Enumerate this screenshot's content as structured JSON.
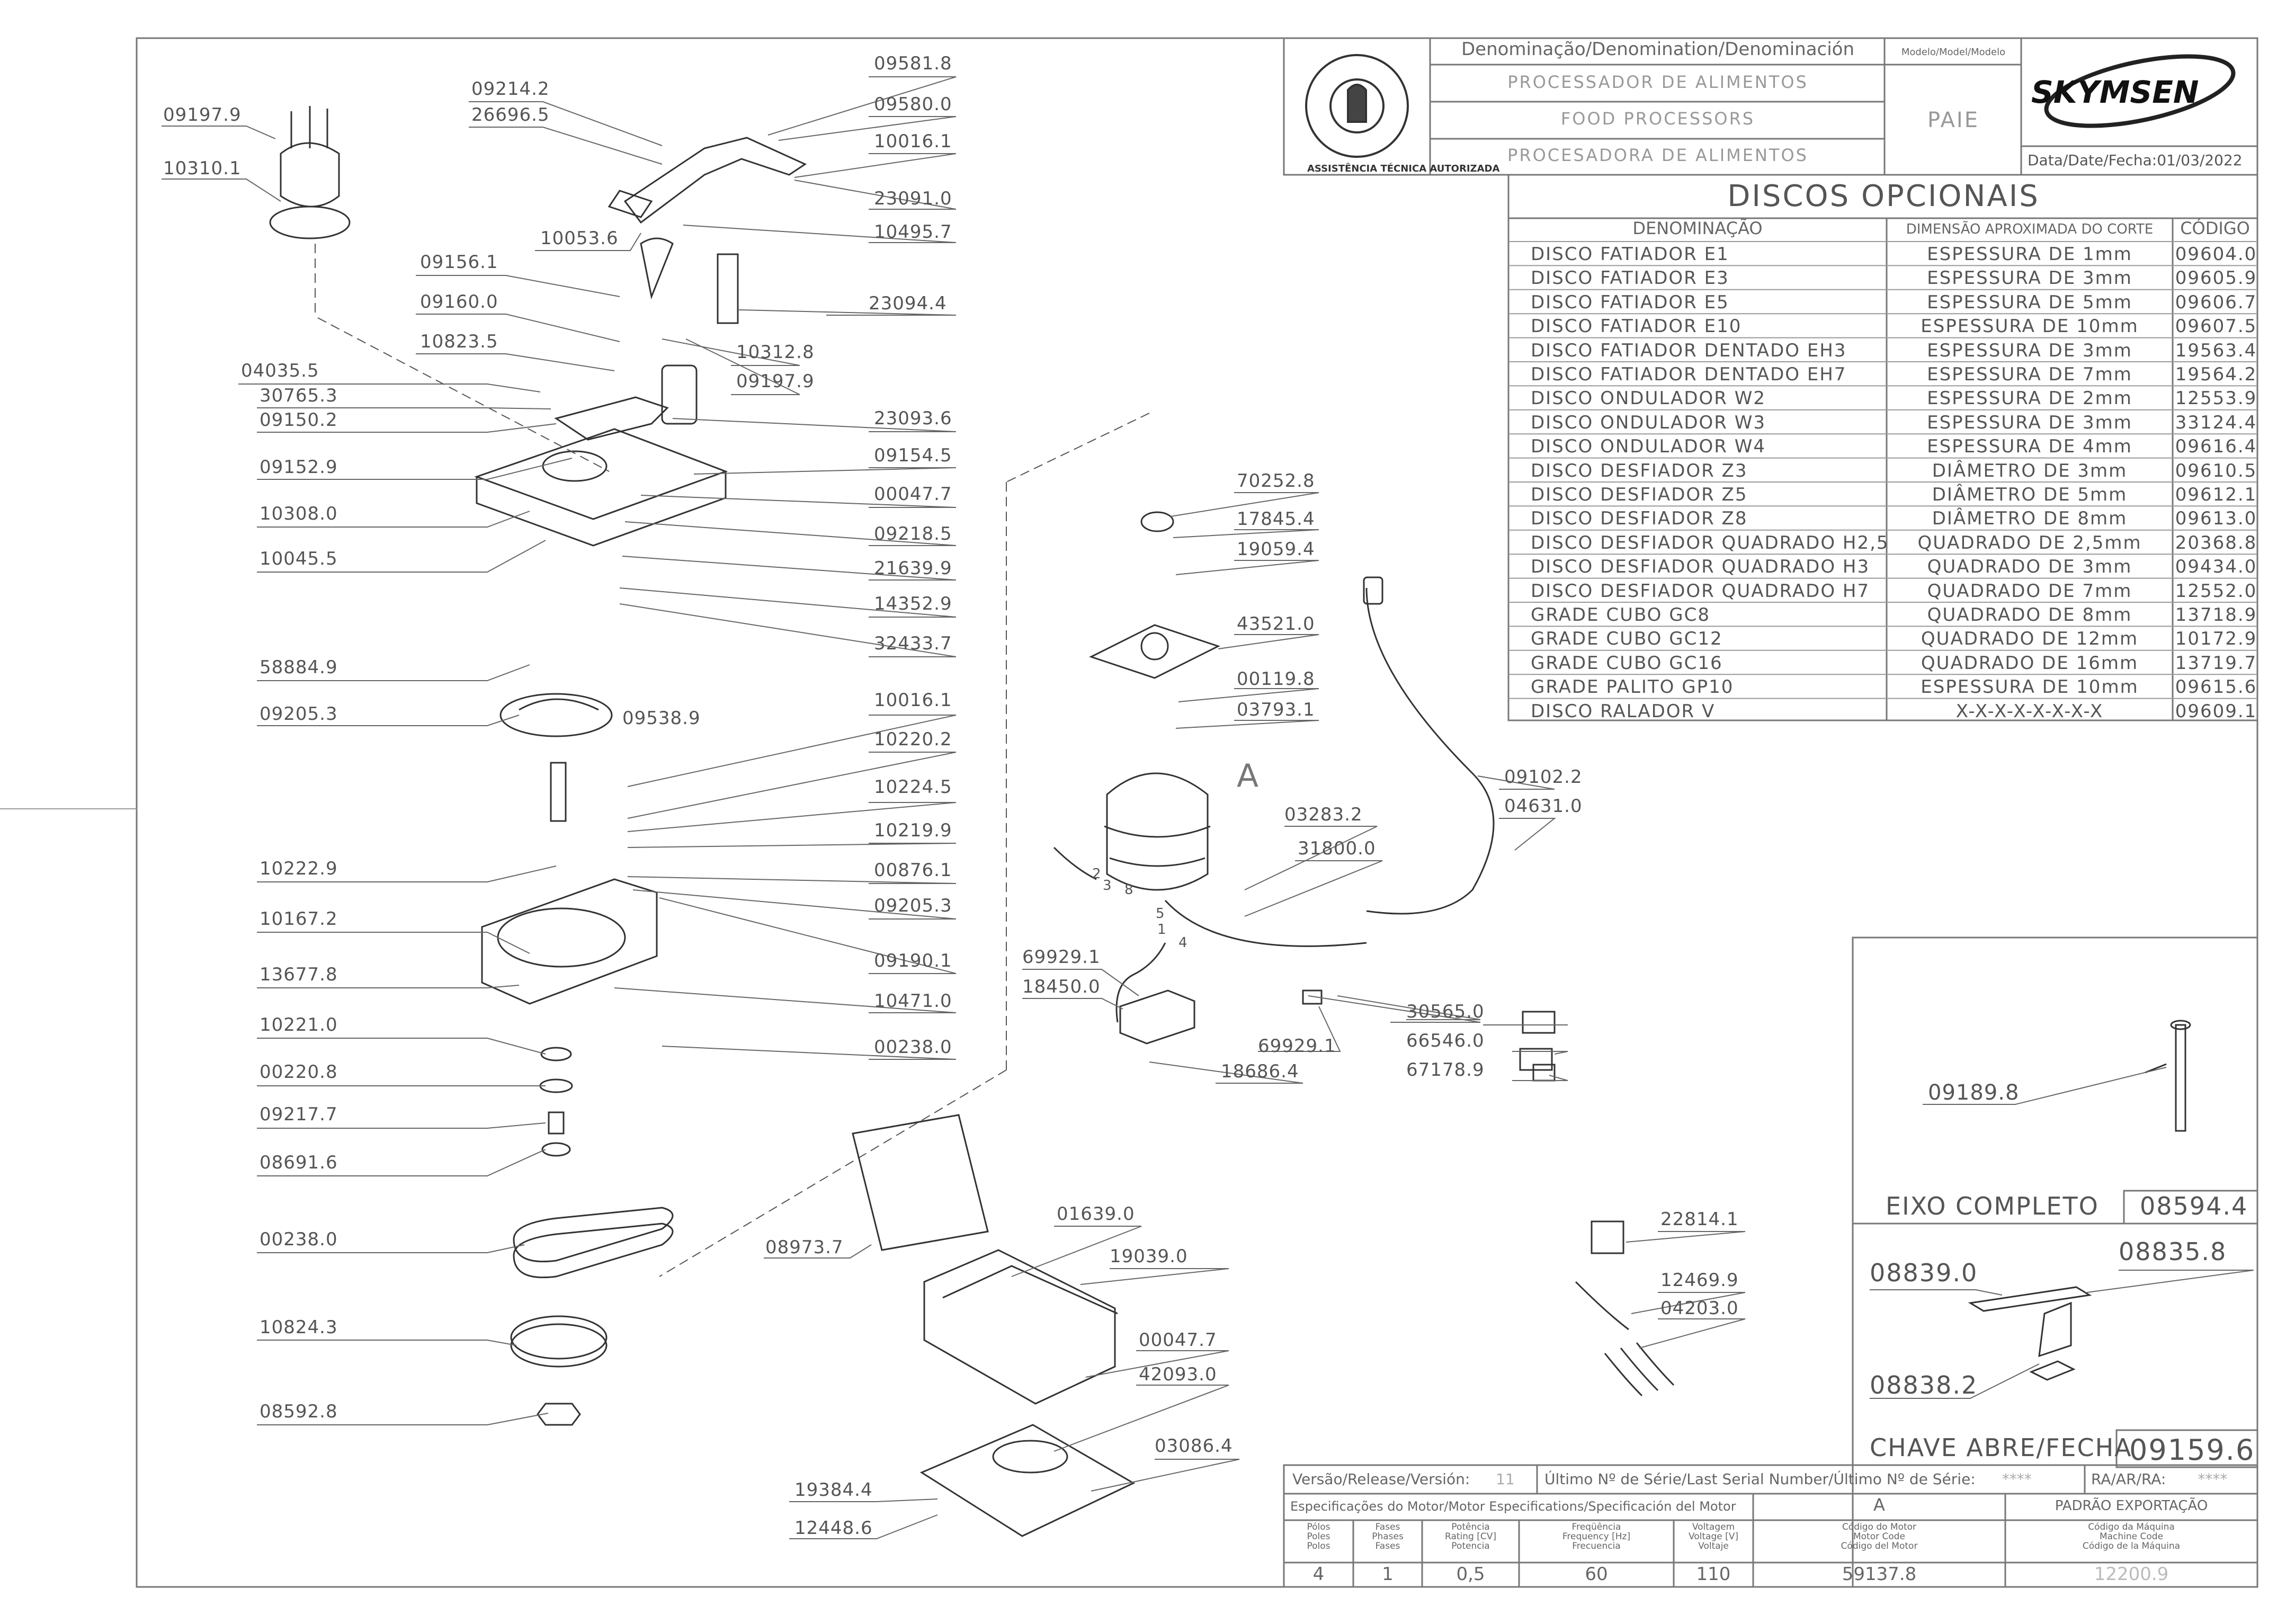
{
  "header": {
    "denomination_title": "Denominação/Denomination/Denominación",
    "names": [
      "PROCESSADOR DE ALIMENTOS",
      "FOOD PROCESSORS",
      "PROCESADORA DE ALIMENTOS"
    ],
    "model_title": "Modelo/Model/Modelo",
    "model_value": "PAIE",
    "brand": "SKYMSEN",
    "date_label": "Data/Date/Fecha:",
    "date_value": "01/03/2022",
    "seal_text": "ASSISTÊNCIA TÉCNICA AUTORIZADA"
  },
  "discs_table": {
    "title": "DISCOS OPCIONAIS",
    "headers": [
      "DENOMINAÇÃO",
      "DIMENSÃO APROXIMADA DO CORTE",
      "CÓDIGO"
    ],
    "rows": [
      [
        "DISCO FATIADOR E1",
        "ESPESSURA DE 1mm",
        "09604.0"
      ],
      [
        "DISCO FATIADOR E3",
        "ESPESSURA DE 3mm",
        "09605.9"
      ],
      [
        "DISCO FATIADOR E5",
        "ESPESSURA DE 5mm",
        "09606.7"
      ],
      [
        "DISCO FATIADOR E10",
        "ESPESSURA DE 10mm",
        "09607.5"
      ],
      [
        "DISCO FATIADOR DENTADO EH3",
        "ESPESSURA DE 3mm",
        "19563.4"
      ],
      [
        "DISCO FATIADOR DENTADO EH7",
        "ESPESSURA DE 7mm",
        "19564.2"
      ],
      [
        "DISCO ONDULADOR W2",
        "ESPESSURA DE 2mm",
        "12553.9"
      ],
      [
        "DISCO ONDULADOR W3",
        "ESPESSURA DE 3mm",
        "33124.4"
      ],
      [
        "DISCO ONDULADOR W4",
        "ESPESSURA DE 4mm",
        "09616.4"
      ],
      [
        "DISCO DESFIADOR Z3",
        "DIÂMETRO DE 3mm",
        "09610.5"
      ],
      [
        "DISCO DESFIADOR Z5",
        "DIÂMETRO DE 5mm",
        "09612.1"
      ],
      [
        "DISCO DESFIADOR Z8",
        "DIÂMETRO DE 8mm",
        "09613.0"
      ],
      [
        "DISCO DESFIADOR QUADRADO H2,5",
        "QUADRADO DE 2,5mm",
        "20368.8"
      ],
      [
        "DISCO DESFIADOR QUADRADO H3",
        "QUADRADO DE 3mm",
        "09434.0"
      ],
      [
        "DISCO DESFIADOR QUADRADO H7",
        "QUADRADO DE 7mm",
        "12552.0"
      ],
      [
        "GRADE CUBO GC8",
        "QUADRADO DE 8mm",
        "13718.9"
      ],
      [
        "GRADE CUBO GC12",
        "QUADRADO DE 12mm",
        "10172.9"
      ],
      [
        "GRADE CUBO GC16",
        "QUADRADO DE 16mm",
        "13719.7"
      ],
      [
        "GRADE PALITO GP10",
        "ESPESSURA DE 10mm",
        "09615.6"
      ],
      [
        "DISCO RALADOR V",
        "X-X-X-X-X-X-X-X",
        "09609.1"
      ]
    ]
  },
  "left_parts": [
    "09197.9",
    "10310.1",
    "09214.2",
    "26696.5",
    "09581.8",
    "09580.0",
    "10016.1",
    "23091.0",
    "10053.6",
    "10495.7",
    "09156.1",
    "23094.4",
    "09160.0",
    "10823.5",
    "10312.8",
    "09197.9",
    "04035.5",
    "30765.3",
    "09150.2",
    "23093.6",
    "09152.9",
    "09154.5",
    "10308.0",
    "00047.7",
    "10045.5",
    "09218.5",
    "21639.9",
    "14352.9",
    "58884.9",
    "32433.7",
    "09205.3",
    "09538.9",
    "10016.1",
    "10220.2",
    "10224.5",
    "10219.9",
    "10222.9",
    "00876.1",
    "09205.3",
    "10167.2",
    "09190.1",
    "13677.8",
    "10471.0",
    "10221.0",
    "00238.0",
    "00220.8",
    "09217.7",
    "08691.6",
    "00238.0",
    "10824.3",
    "08592.8",
    "10222.9"
  ],
  "middle_parts": [
    "70252.8",
    "17845.4",
    "19059.4",
    "43521.0",
    "00119.8",
    "03793.1",
    "A",
    "03283.2",
    "31800.0",
    "09102.2",
    "04631.0",
    "69929.1",
    "18450.0",
    "30565.0",
    "66546.0",
    "69929.1",
    "67178.9",
    "18686.4",
    "08973.7",
    "01639.0",
    "19039.0",
    "00047.7",
    "42093.0",
    "03086.4",
    "19384.4",
    "12448.6",
    "22814.1",
    "12469.9",
    "04203.0"
  ],
  "wire_numbers": [
    "2",
    "3",
    "8",
    "5",
    "1",
    "4"
  ],
  "axis_panel": {
    "part": "09189.8",
    "title": "EIXO COMPLETO",
    "code": "08594.4"
  },
  "switch_panel": {
    "parts": [
      "08839.0",
      "08835.8",
      "08838.2"
    ],
    "title": "CHAVE ABRE/FECHA",
    "code": "09159.6"
  },
  "footer": {
    "version_label": "Versão/Release/Versión:",
    "version_value": "11",
    "serial_label": "Último Nº de Série/Last Serial Number/Último Nº de Série:",
    "serial_value": "****",
    "ra_label": "RA/AR/RA:",
    "ra_value": "****",
    "motor_spec_label": "Especificações do Motor/Motor Especifications/Specificación del Motor",
    "motor_letter": "A",
    "export_label": "PADRÃO EXPORTAÇÃO",
    "spec_headers": [
      [
        "Pólos",
        "Poles",
        "Polos"
      ],
      [
        "Fases",
        "Phases",
        "Fases"
      ],
      [
        "Potência",
        "Rating [CV]",
        "Potencia"
      ],
      [
        "Freqüência",
        "Frequency [Hz]",
        "Frecuencia"
      ],
      [
        "Voltagem",
        "Voltage [V]",
        "Voltaje"
      ],
      [
        "Código do Motor",
        "Motor Code",
        "Código del Motor"
      ],
      [
        "Código da Máquina",
        "Machine Code",
        "Código de la Máquina"
      ]
    ],
    "spec_values": [
      "4",
      "1",
      "0,5",
      "60",
      "110",
      "59137.8",
      "12200.9"
    ]
  }
}
